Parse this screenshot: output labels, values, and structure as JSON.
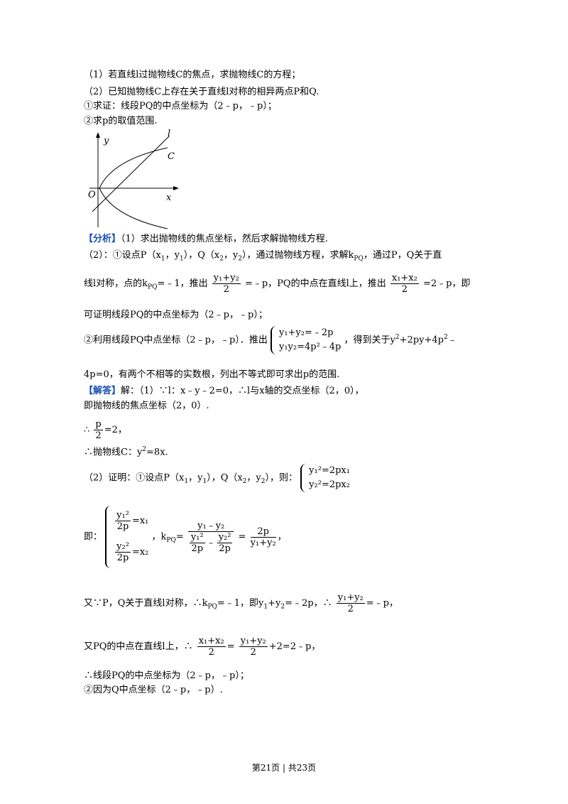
{
  "problem": {
    "part1": "（1）若直线l过抛物线C的焦点，求抛物线C的方程；",
    "part2": "（2）已知抛物线C上存在关于直线l对称的相异两点P和Q.",
    "sub1": "①求证：线段PQ的中点坐标为（2﹣p，﹣p）；",
    "sub2": "②求p的取值范围."
  },
  "figure": {
    "y_label": "y",
    "x_label": "x",
    "origin_label": "O",
    "line_label": "l",
    "curve_label": "C"
  },
  "analysis": {
    "tag": "【分析】",
    "l1": "（1）求出抛物线的焦点坐标，然后求解抛物线方程.",
    "l2a": "（2）：①设点P（x",
    "l2b": "，y",
    "l2c": "），Q（x",
    "l2d": "，y",
    "l2e": "），通过抛物线方程，求解k",
    "l2f": "，通过P，Q关于直",
    "l3a": "线l对称，点的k",
    "l3b": "=﹣1，推出",
    "l3c": "=﹣p，PQ的中点在直线l上，推出",
    "l3d": "=2﹣p，即",
    "l4": "可证明线段PQ的中点坐标为（2﹣p，﹣p）；",
    "l5a": "②利用线段PQ中点坐标（2﹣p，﹣p）．推出",
    "l5b": "，得到关于y",
    "l5c": "+2py+4p",
    "l5d": "﹣",
    "l6": "4p=0，有两个不相等的实数根，列出不等式即可求出p的范围."
  },
  "answer": {
    "tag": "【解答】",
    "a1": "解：（1）∵l：x﹣y﹣2=0，∴l与x轴的交点坐标（2，0），",
    "a2": "即抛物线的焦点坐标（2，0）.",
    "a3a": "∴",
    "a3b": "=2，",
    "a4": "∴抛物线C：y",
    "a4b": "=8x.",
    "b1": "（2）证明：①设点P（x",
    "b1b": "，y",
    "b1c": "），Q（x",
    "b1d": "，y",
    "b1e": "），则：",
    "c1": "即：",
    "c2": "，k",
    "c3": "=",
    "c4": "=",
    "c5": "，",
    "d1": "又∵P，Q关于直线l对称，∴k",
    "d2": "=﹣1，即y",
    "d3": "+y",
    "d4": "=﹣2p，∴",
    "d5": "=﹣p，",
    "e1": "又PQ的中点在直线l上，∴",
    "e2": "=",
    "e3": "+2=2﹣p，",
    "f1": "∴线段PQ的中点坐标为（2﹣p，﹣p）；",
    "f2": "②因为Q中点坐标（2﹣p，﹣p）."
  },
  "math": {
    "sub1": "1",
    "sub2": "2",
    "sup2": "2",
    "pq": "PQ",
    "y1py2": "y₁+y₂",
    "x1px2": "x₁+x₂",
    "two": "2",
    "p": "p",
    "twop": "2p",
    "y1my2": "y₁﹣y₂",
    "sys1a": "y₁+y₂=﹣2p",
    "sys1b": "y₁y₂=4p²﹣4p",
    "sys2a": "y₁²=2px₁",
    "sys2b": "y₂²=2px₂",
    "sys3a_eq": "=x₁",
    "sys3b_eq": "=x₂",
    "y1sq": "y₁²",
    "y2sq": "y₂²",
    "minus": "﹣"
  },
  "footer": "第21页 | 共23页"
}
